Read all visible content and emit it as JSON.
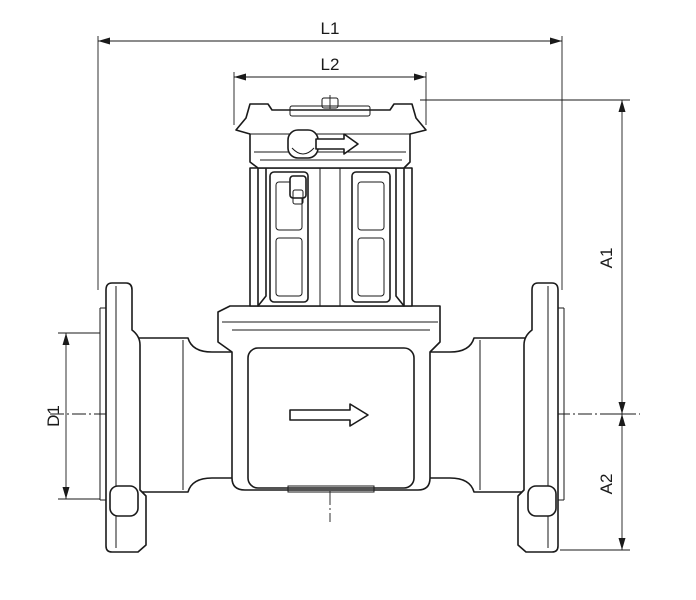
{
  "dimensions": {
    "l1": "L1",
    "l2": "L2",
    "a1": "A1",
    "a2": "A2",
    "d1": "D1"
  },
  "flow_arrows": [
    "flow-direction-arrow-top",
    "flow-direction-arrow-body"
  ],
  "colors": {
    "line": "#1a1a1a",
    "background": "#ffffff"
  }
}
